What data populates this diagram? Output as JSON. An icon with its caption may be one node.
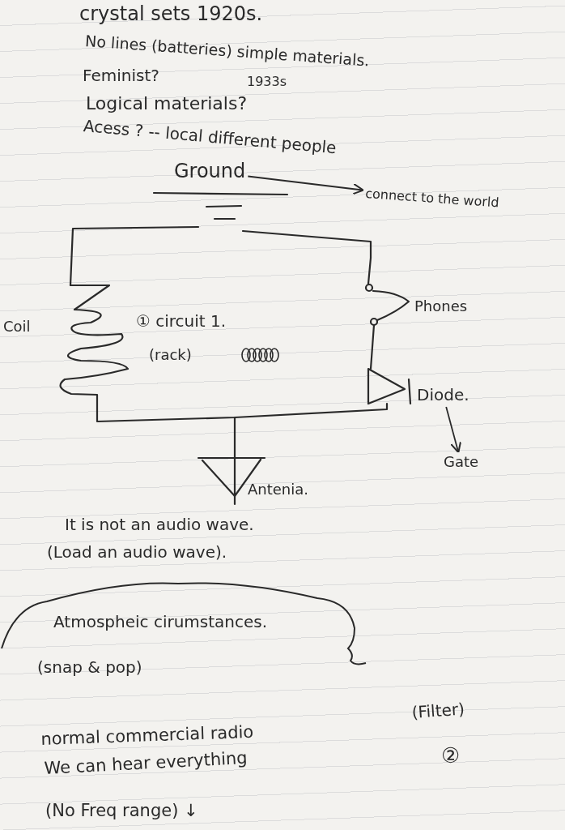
{
  "diagram": {
    "nodes": [
      {
        "text": [
          "Ground"
        ]
      },
      {
        "text": [
          "connect to the world"
        ]
      },
      {
        "text": [
          "Diode."
        ]
      },
      {
        "text": [
          "Gate"
        ]
      }
    ],
    "edges": [
      {
        "from": 0,
        "to": 1,
        "arrow": "to"
      },
      {
        "from": 2,
        "to": 3,
        "arrow": "to"
      }
    ],
    "labels": [
      "crystal sets 1920s.",
      "No lines (batteries) simple materials.",
      "Feminist?",
      "1933s",
      "Logical materials?",
      "Acess ? -- local different people",
      "Coil",
      "① circuit 1.",
      "(rack)",
      "Phones",
      "Antenia.",
      "It is not an audio wave.",
      "(Load an audio wave).",
      "Atmospheic cirumstances.",
      "(snap & pop)",
      "normal commercial radio",
      "(Filter)",
      "②",
      "We can hear everything",
      "(No Freq range) ↓"
    ]
  }
}
